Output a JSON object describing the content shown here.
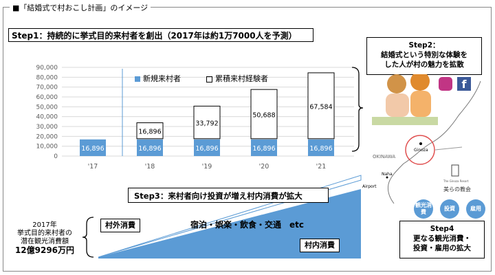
{
  "frame_title": "■「結婚式で村おこし計画」のイメージ",
  "step1": "Step1：持続的に挙式目的来村者を創出（2017年は約1万7000人を予測）",
  "step2": {
    "title": "Step2：",
    "line1": "結婚式という特別な体験を",
    "line2": "した人が村の魅力を拡散"
  },
  "step3": "Step3：来村者向け投資が増え村内消費が拡大",
  "step4": {
    "title": "Step4",
    "line1": "更なる観光消費・",
    "line2": "投資・雇用の拡大"
  },
  "outside_label": "村外消費",
  "inside_label": "村内消費",
  "leisure_text": "宿泊・娯楽・飲食・交通　etc",
  "potential": {
    "line1": "2017年",
    "line2": "挙式目的来村者の",
    "line3": "潜在観光消費額",
    "value": "12億9296万円"
  },
  "map": {
    "ginoza": "Ginoza",
    "okinawa": "OKINAWA",
    "naha": "Naha",
    "airport": "Airport",
    "resort_small": "The Ginoza Resort",
    "resort": "美らの教会"
  },
  "badges": {
    "tourism": "観光消費",
    "investment": "投資",
    "employment": "雇用"
  },
  "colors": {
    "new": "#5b9bd5",
    "cumulative": "#ffffff",
    "consumption": "#5b9bd5"
  },
  "chart_data": {
    "type": "bar",
    "stacked": true,
    "categories": [
      "'17",
      "'18",
      "'19",
      "'20",
      "'21"
    ],
    "series": [
      {
        "name": "新規来村者",
        "values": [
          16896,
          16896,
          16896,
          16896,
          16896
        ]
      },
      {
        "name": "累積来村経験者",
        "values": [
          0,
          16896,
          33792,
          50688,
          67584
        ]
      }
    ],
    "ylim": [
      0,
      90000
    ],
    "yticks": [
      "0",
      "10,000",
      "20,000",
      "30,000",
      "40,000",
      "50,000",
      "60,000",
      "70,000",
      "80,000",
      "90,000"
    ],
    "legend": "top"
  }
}
